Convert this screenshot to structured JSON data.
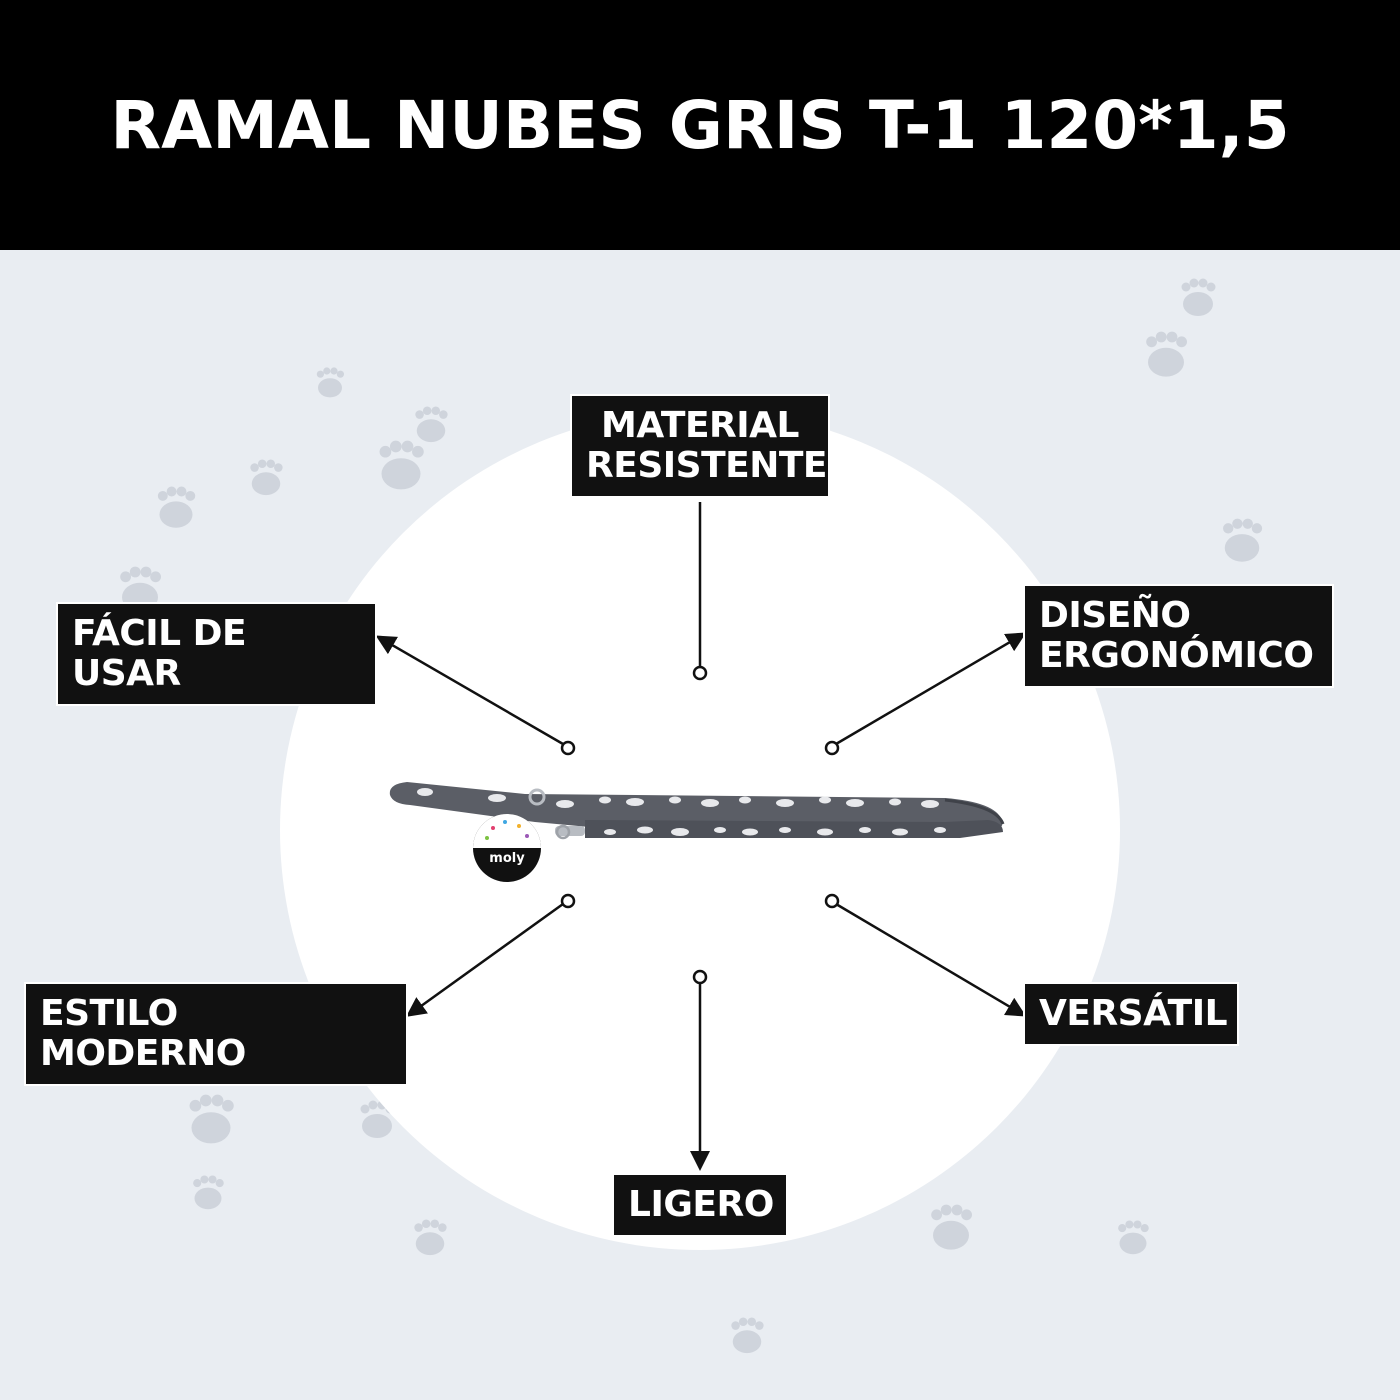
{
  "title": "RAMAL NUBES GRIS T-1 120*1,5",
  "features": {
    "material": "MATERIAL\nRESISTENTE",
    "facil": "FÁCIL DE USAR",
    "diseno": "DISEÑO\nERGONÓMICO",
    "estilo": "ESTILO MODERNO",
    "versatil": "VERSÁTIL",
    "ligero": "LIGERO"
  },
  "brand": {
    "logo_text": "moly"
  },
  "colors": {
    "header_bg": "#000000",
    "page_bg": "#e9edf2",
    "label_bg": "#111111",
    "leash": "#5b5e66",
    "paw": "#cfd4dc"
  },
  "icons": [
    "paw-print-icon",
    "connector-dot-icon",
    "arrow-icon",
    "leash-product-image",
    "moly-tag-logo"
  ]
}
